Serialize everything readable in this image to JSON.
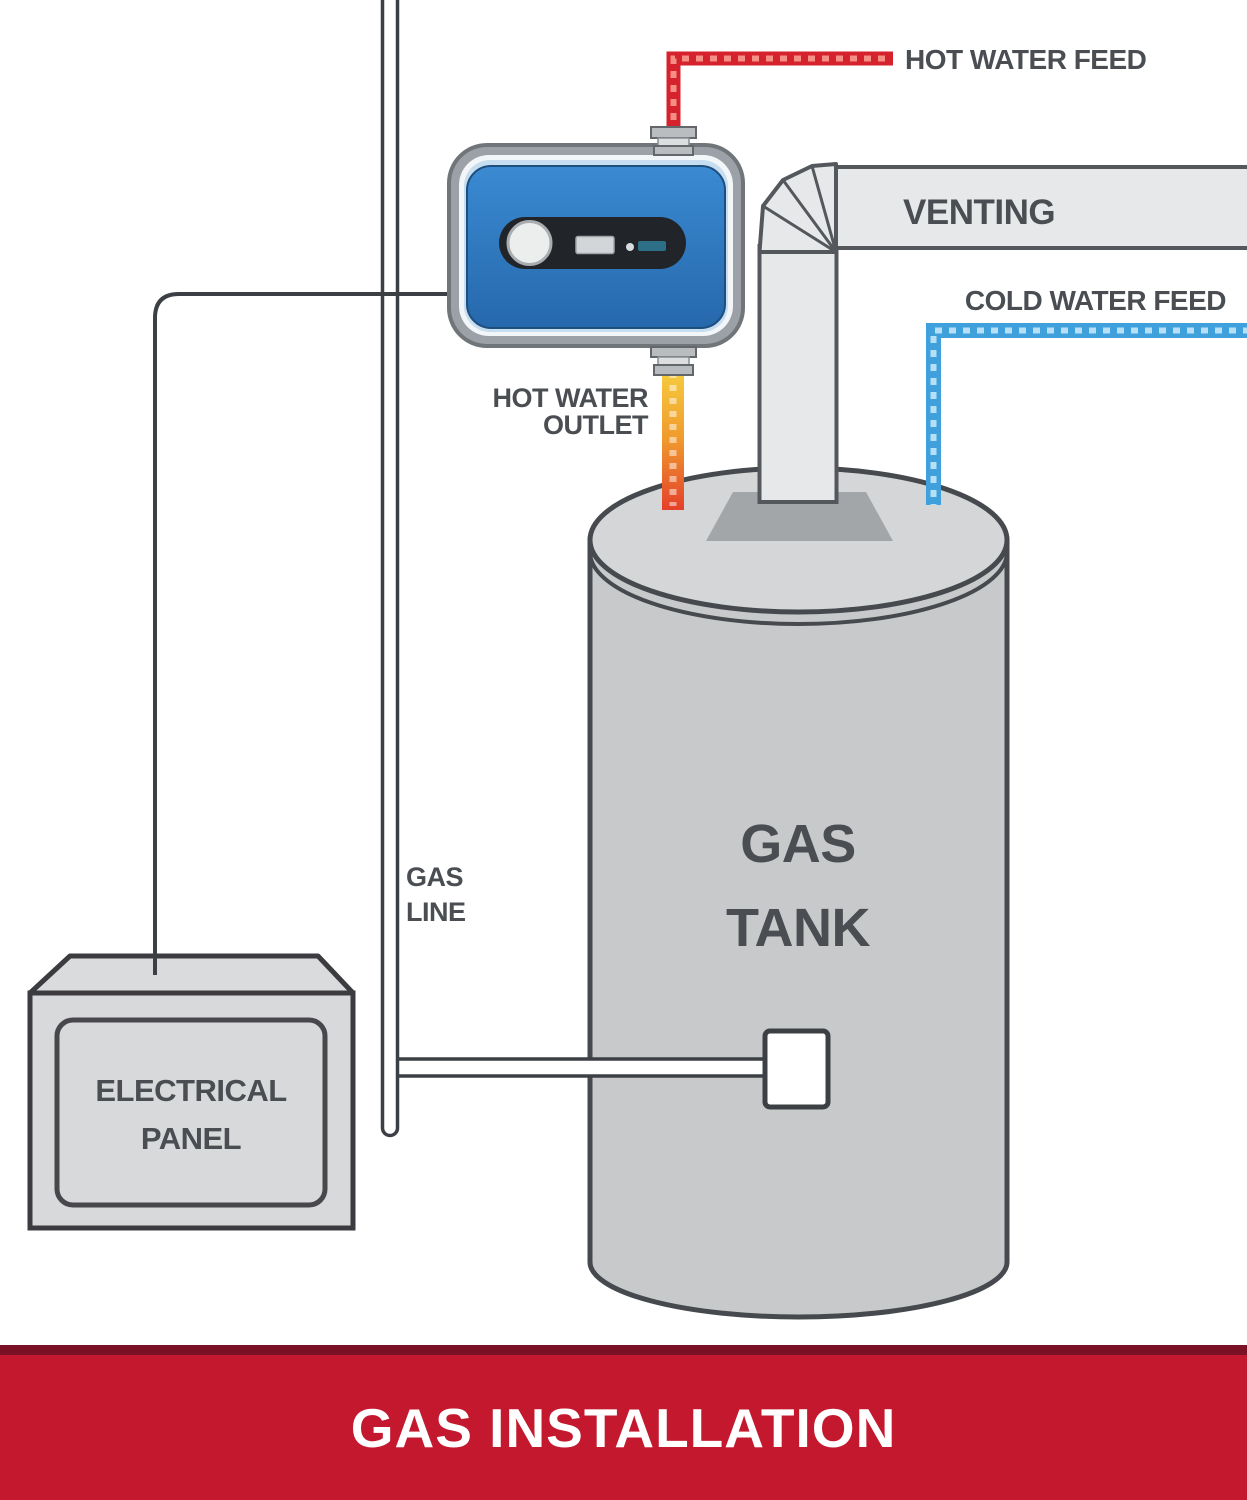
{
  "labels": {
    "hot_water_feed": "HOT WATER FEED",
    "venting": "VENTING",
    "cold_water_feed": "COLD WATER FEED",
    "hot_water_outlet": [
      "HOT WATER",
      "OUTLET"
    ],
    "gas_line": [
      "GAS",
      "LINE"
    ],
    "gas_tank": [
      "GAS",
      "TANK"
    ],
    "electrical_panel": [
      "ELECTRICAL",
      "PANEL"
    ]
  },
  "banner": {
    "title": "GAS INSTALLATION",
    "background": "#c4182e",
    "border": "#7b1124",
    "text_color": "#ffffff"
  },
  "colors": {
    "hot_pipe": "#d5222d",
    "hot_pipe_dash": "#f58f85",
    "cold_pipe": "#3fa0dc",
    "cold_pipe_dash": "#b5e0f5",
    "outlet_top": "#f6ce3f",
    "outlet_mid": "#f09a2d",
    "outlet_bottom": "#e4402a",
    "device_blue": "#2f7cc3",
    "tank_fill": "#c7c9cb",
    "lid_fill": "#d4d6d8",
    "duct_fill": "#e7e8ea",
    "panel_fill": "#d8d9da",
    "line_dark": "#3c4044",
    "label_text": "#4a4e52"
  }
}
